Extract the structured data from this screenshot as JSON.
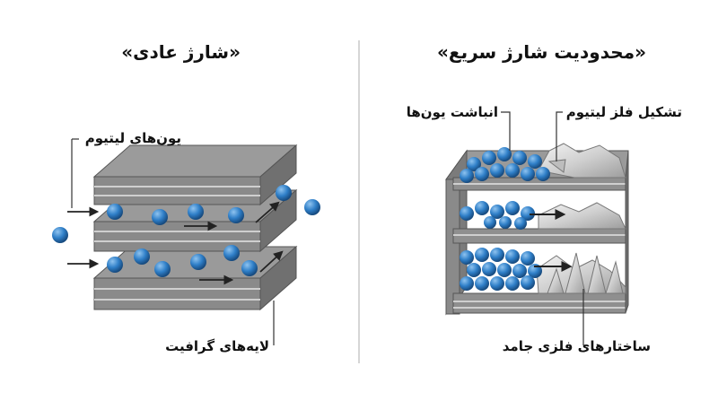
{
  "left_panel": {
    "title": "«شارژ عادی»",
    "label_ions": "یون‌های لیتیوم",
    "label_layers": "لایه‌های گرافیت"
  },
  "right_panel": {
    "title": "«محدودیت شارژ سریع»",
    "label_accumulation": "انباشت یون‌ها",
    "label_plating": "تشکیل فلز لیتیوم",
    "label_structures": "ساختارهای فلزی جامد"
  },
  "colors": {
    "ion_blue": "#2f7fc8",
    "ion_dark": "#1a4f86",
    "layer_gray": "#8a8a8a",
    "layer_top": "#9b9b9b",
    "divider": "#bdbdbd"
  }
}
